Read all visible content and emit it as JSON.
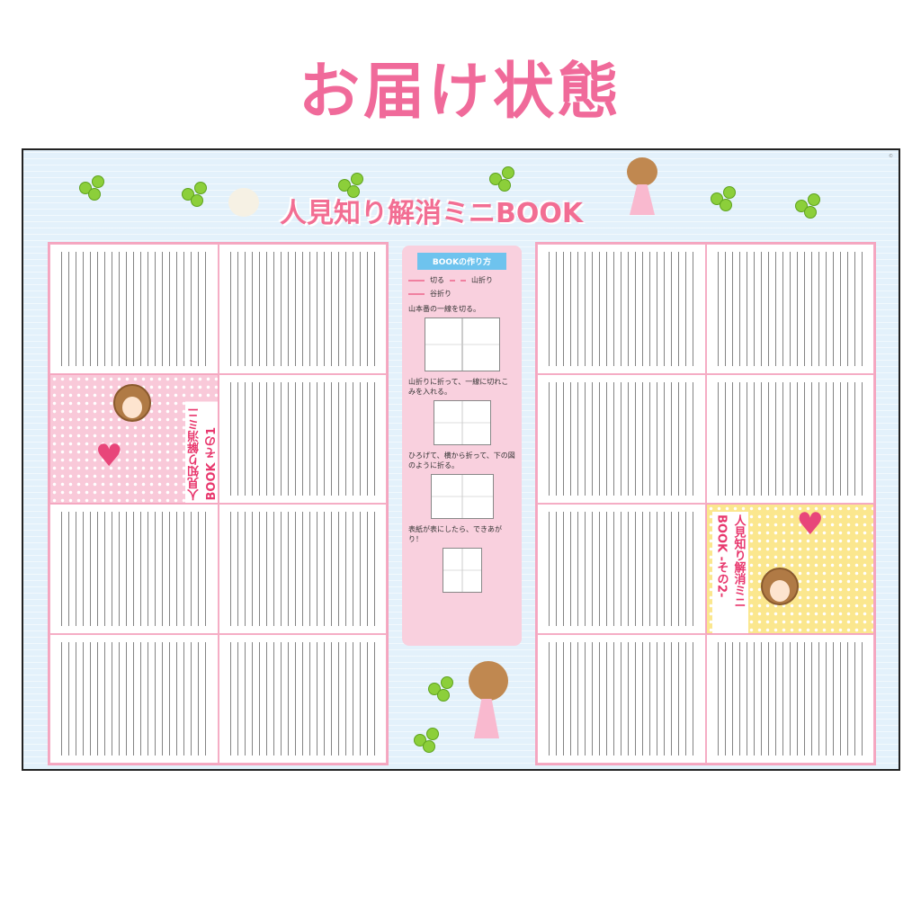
{
  "heading": "お届け状態",
  "sheet": {
    "title": "人見知り解消ミニBOOK",
    "howto": {
      "title": "BOOKの作り方",
      "legend": [
        "切る",
        "山折り",
        "谷折り"
      ],
      "steps": [
        "山本番の一線を切る。",
        "山折りに折って、一線に切れこみを入れる。",
        "ひろげて、横から折って、下の図のように折る。",
        "表紙が表にしたら、できあがり！"
      ]
    },
    "covers": [
      {
        "title": "人見知り解消ミニBOOK その1"
      },
      {
        "title": "人見知り解消ミニBOOK -その2-"
      }
    ],
    "colors": {
      "accent": "#f06a9a",
      "border": "#f5a5bf",
      "background": "#e3f1fb"
    }
  }
}
